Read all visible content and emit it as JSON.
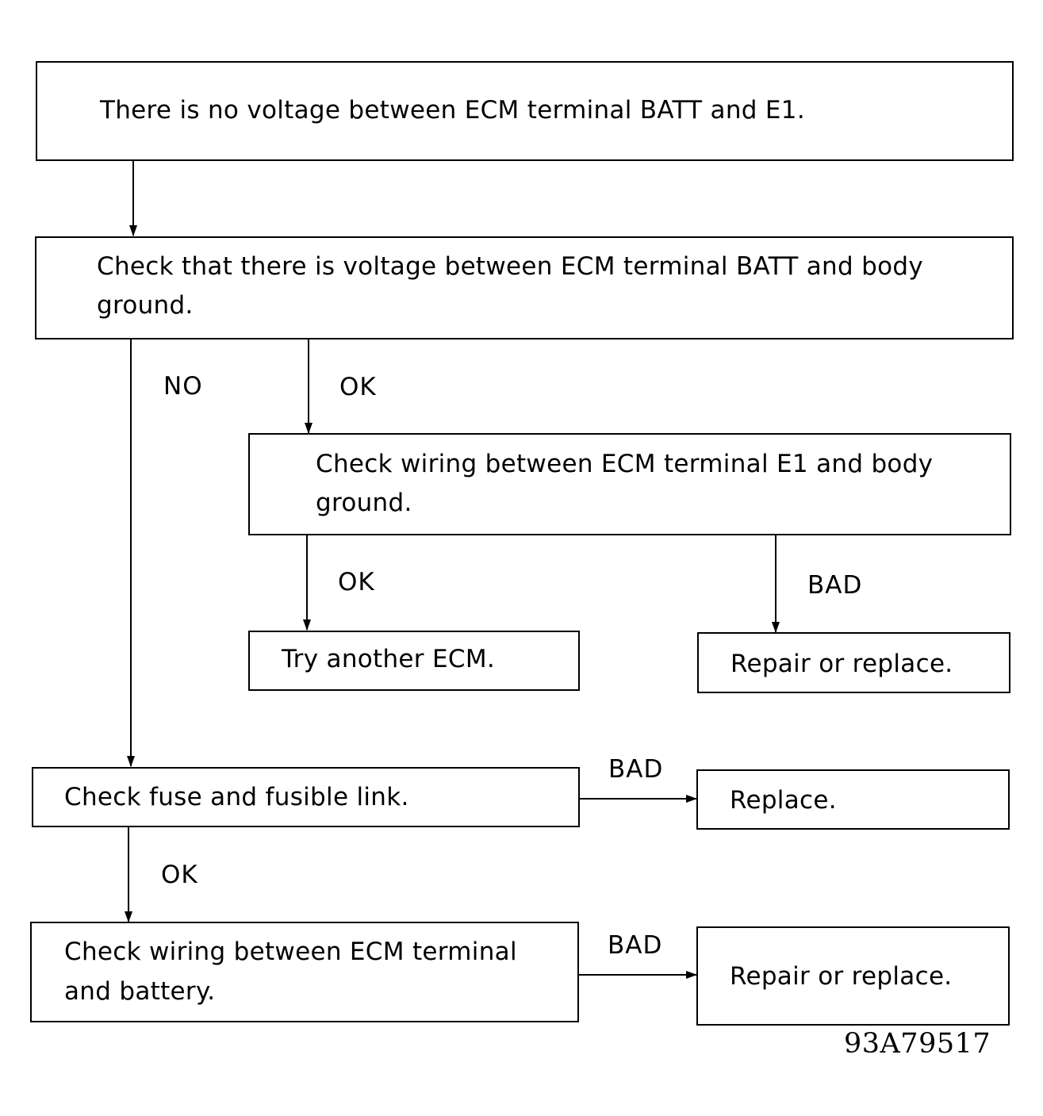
{
  "nodes": {
    "start": "There is no voltage between ECM terminal BATT and E1.",
    "check_batt_line1": "Check that there is voltage between ECM terminal BATT and body",
    "check_batt_line2": "ground.",
    "check_e1_line1": "Check wiring between ECM terminal E1 and body",
    "check_e1_line2": "ground.",
    "try_ecm": "Try another ECM.",
    "repair_1": "Repair or replace.",
    "check_fuse": "Check fuse and fusible link.",
    "replace": "Replace.",
    "check_wiring_line1": "Check wiring between ECM terminal",
    "check_wiring_line2": "and battery.",
    "repair_2": "Repair or replace."
  },
  "edges": {
    "no": "NO",
    "ok_1": "OK",
    "ok_2": "OK",
    "bad_1": "BAD",
    "bad_2": "BAD",
    "ok_3": "OK",
    "bad_3": "BAD"
  },
  "figure_ref": "93A79517"
}
